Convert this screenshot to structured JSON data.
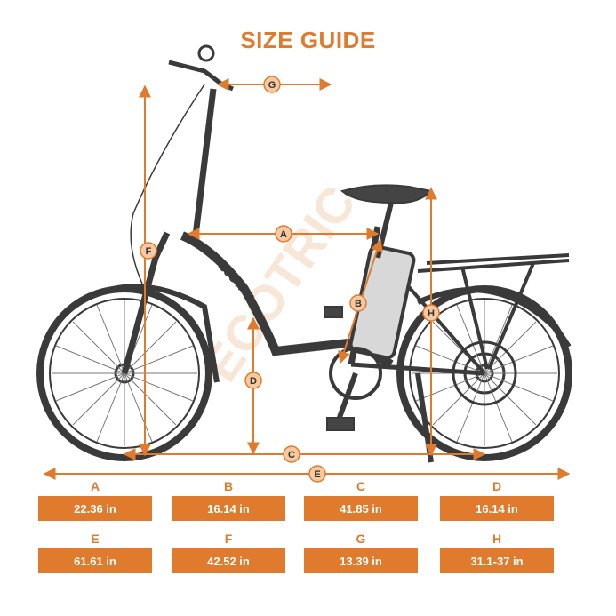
{
  "title": "SIZE GUIDE",
  "watermark": "ECOTRIC",
  "frame_logo": "ECOTRIC",
  "accent_color": "#e07b2e",
  "markers": [
    "G",
    "A",
    "B",
    "F",
    "H",
    "D",
    "C",
    "E"
  ],
  "dimensions": [
    {
      "label": "A",
      "value": "22.36 in"
    },
    {
      "label": "B",
      "value": "16.14 in"
    },
    {
      "label": "C",
      "value": "41.85 in"
    },
    {
      "label": "D",
      "value": "16.14 in"
    },
    {
      "label": "E",
      "value": "61.61 in"
    },
    {
      "label": "F",
      "value": "42.52 in"
    },
    {
      "label": "G",
      "value": "13.39 in"
    },
    {
      "label": "H",
      "value": "31.1-37 in"
    }
  ]
}
